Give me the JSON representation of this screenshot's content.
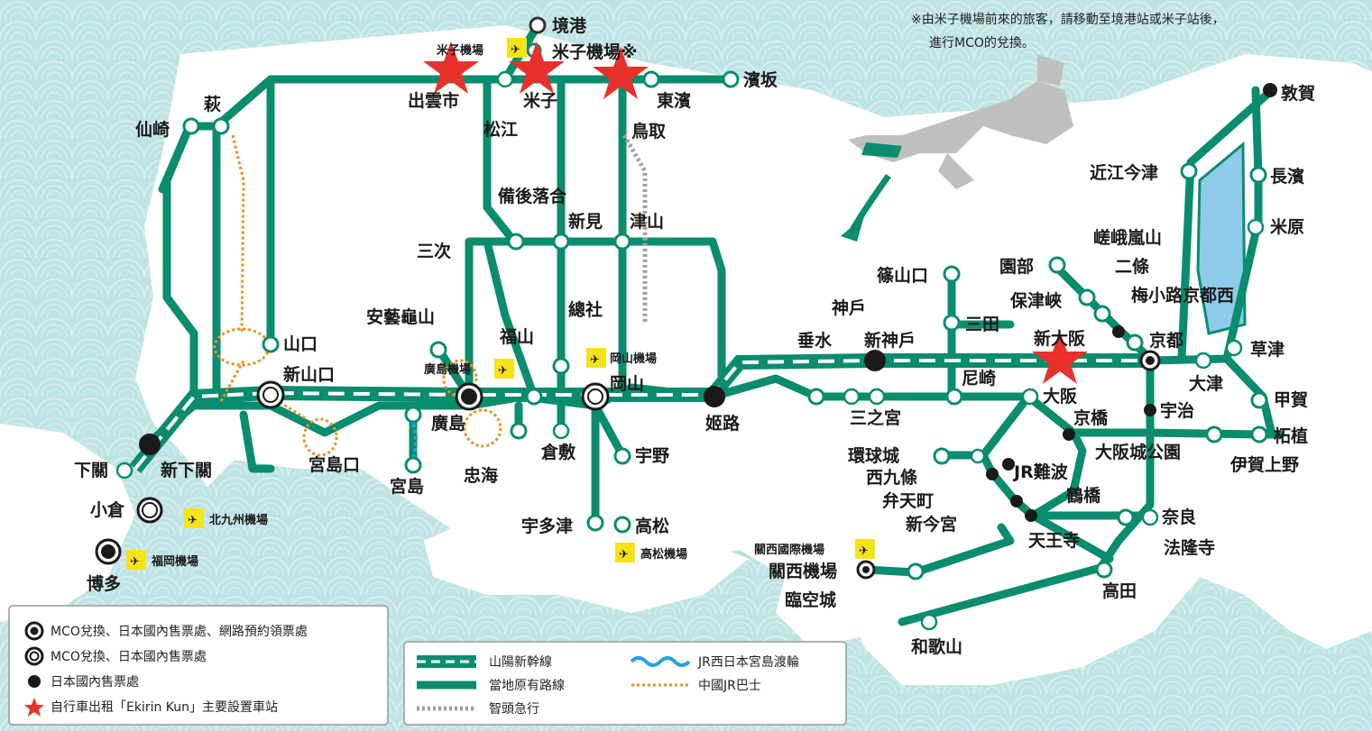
{
  "colors": {
    "sea": "#bfe3e4",
    "land": "#ffffff",
    "line": "#0a8c6e",
    "star": "#e8312a",
    "water_blue": "#2aa1e0",
    "bus_orange": "#f08c1e",
    "express_gray": "#9aa0a6",
    "airport_yellow": "#f5e21a"
  },
  "note": {
    "line1": "※由米子機場前來的旅客，請移動至境港站或米子站後，",
    "line2": "進行MCO的兌換。"
  },
  "stations": {
    "sakaiminato": "境港",
    "yonago_airport": "米子機場※",
    "yonago_airport_small": "米子機場",
    "izumoshi": "出雲市",
    "matsue": "松江",
    "yonago": "米子",
    "higashihama": "東濱",
    "tottori": "鳥取",
    "hamasaka": "濱坂",
    "hagi": "萩",
    "senzaki": "仙崎",
    "bingo_ochiai": "備後落合",
    "miyoshi": "三次",
    "niimi": "新見",
    "tsuyama": "津山",
    "aki_kameyama": "安藝龜山",
    "fukuyama": "福山",
    "soja": "總社",
    "okayama_airport": "岡山機場",
    "yamaguchi": "山口",
    "shin_yamaguchi": "新山口",
    "hiroshima_airport": "廣島機場",
    "hiroshima": "廣島",
    "okayama": "岡山",
    "himeji": "姬路",
    "miyajimaguchi": "宮島口",
    "miyajima": "宮島",
    "tadanoumi": "忠海",
    "kurashiki": "倉敷",
    "uno": "宇野",
    "shimonoseki": "下關",
    "shin_shimonoseki": "新下關",
    "kokura": "小倉",
    "kitakyushu_airport": "北九州機場",
    "hakata": "博多",
    "fukuoka_airport": "福岡機場",
    "utazu": "宇多津",
    "takamatsu": "高松",
    "takamatsu_airport": "高松機場",
    "sasayamaguchi": "篠山口",
    "sanda": "三田",
    "kobe": "神戶",
    "shin_kobe": "新神戶",
    "tarumi": "垂水",
    "sannomiya": "三之宮",
    "amagasaki": "尼崎",
    "shin_osaka": "新大阪",
    "osaka": "大阪",
    "kyobashi": "京橋",
    "sonobe": "園部",
    "hozukyo": "保津峽",
    "saga_arashiyama": "嵯峨嵐山",
    "nijo": "二條",
    "umekoji": "梅小路京都西",
    "kyoto": "京都",
    "otsu": "大津",
    "kusatsu": "草津",
    "uji": "宇治",
    "kouga": "甲賀",
    "tsuge": "柘植",
    "iga_ueno": "伊賀上野",
    "osakajokoen": "大阪城公園",
    "tsuruga": "敦賀",
    "omi_imazu": "近江今津",
    "nagahama": "長濱",
    "maibara": "米原",
    "kankyujo": "環球城",
    "nishikujo": "西九條",
    "bentencho": "弁天町",
    "shin_imamiya": "新今宮",
    "jr_namba": "JR難波",
    "tsuruhashi": "鶴橋",
    "tennoji": "天王寺",
    "nara": "奈良",
    "horyuji": "法隆寺",
    "takada": "高田",
    "kansai_airport_intl": "關西國際機場",
    "kansai_airport": "關西機場",
    "rinkutown": "臨空城",
    "wakayama": "和歌山"
  },
  "legend_stations": {
    "item1": "MCO兌換、日本國內售票處、網路預約領票處",
    "item2": "MCO兌換、日本國內售票處",
    "item3": "日本國內售票處",
    "item4": "自行車出租「Ekirin Kun」主要設置車站"
  },
  "legend_lines": {
    "shinkansen": "山陽新幹線",
    "local": "當地原有路線",
    "chizu": "智頭急行",
    "ferry": "JR西日本宮島渡輪",
    "bus": "中國JR巴士"
  },
  "icons": {
    "airport": "airplane-icon",
    "star": "bicycle-rental-star-icon",
    "station_double": "double-ring-station-icon",
    "station_filled": "filled-station-icon"
  }
}
